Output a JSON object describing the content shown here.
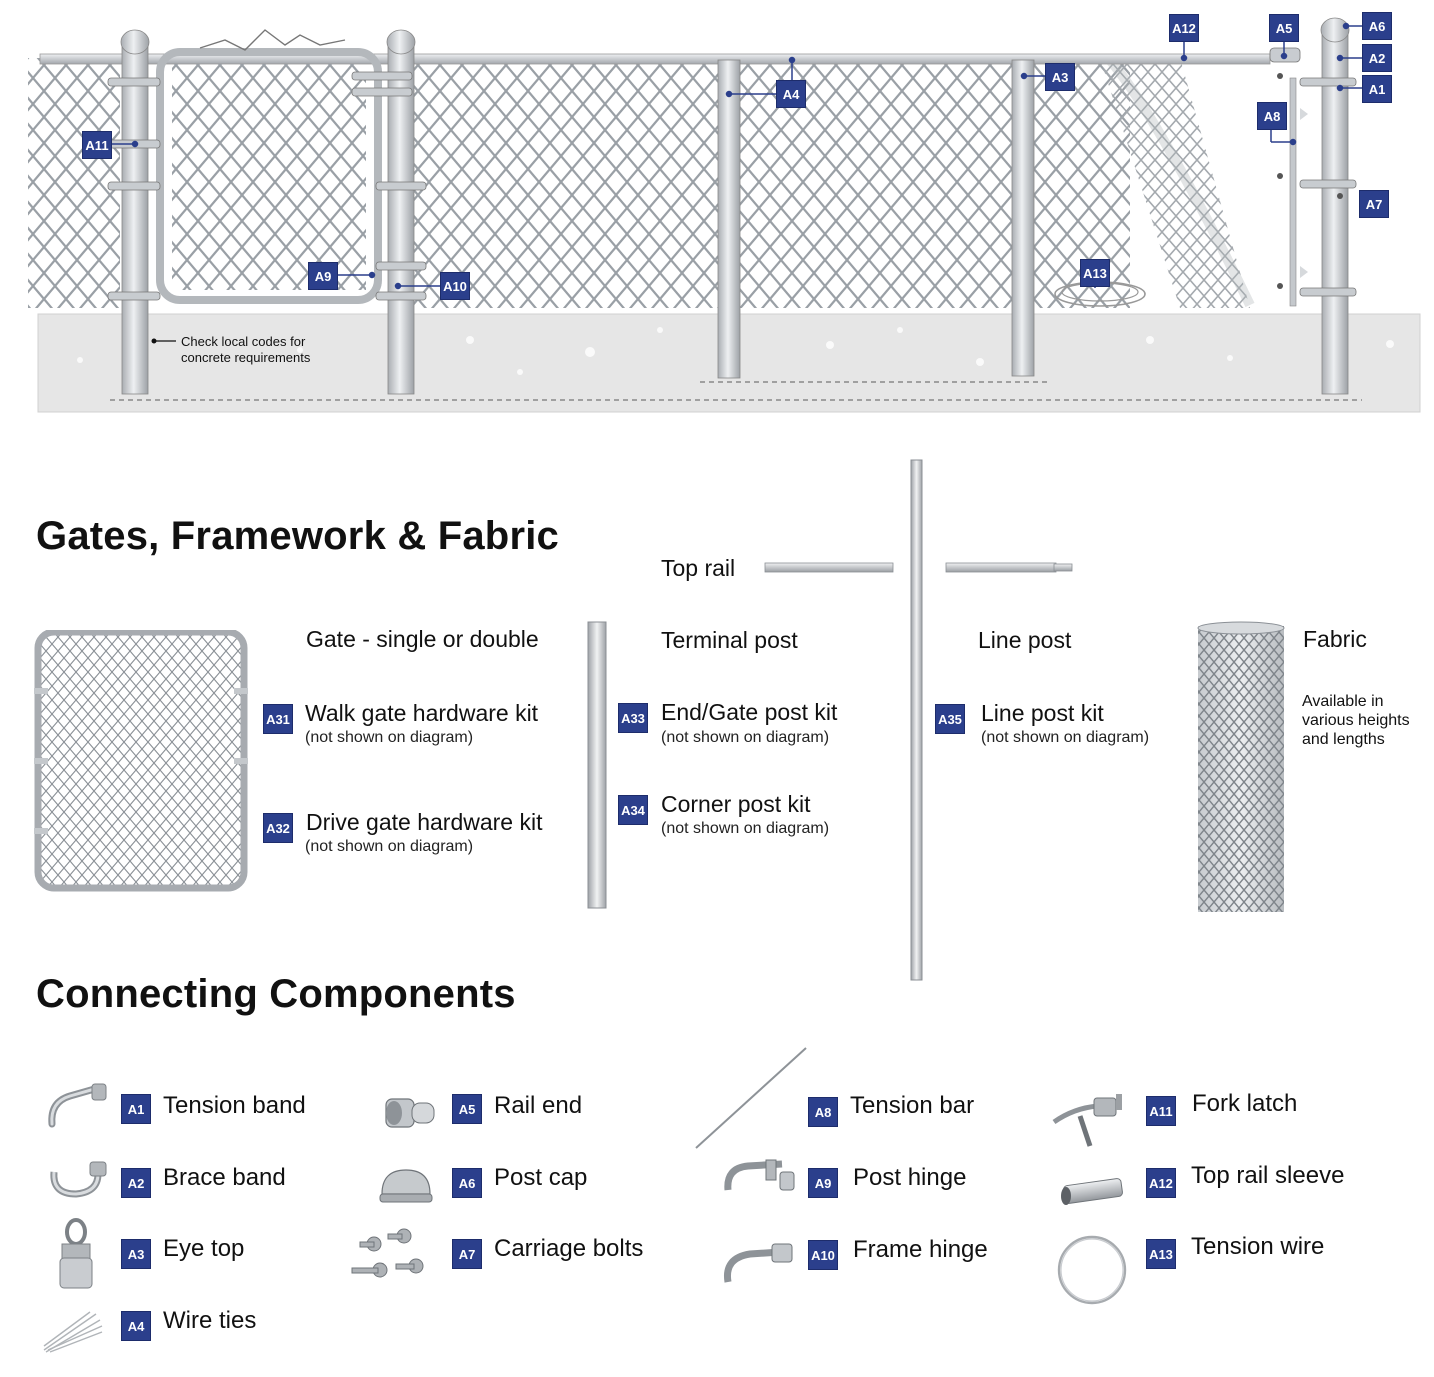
{
  "diagram": {
    "callouts": [
      "A1",
      "A2",
      "A3",
      "A4",
      "A5",
      "A6",
      "A7",
      "A8",
      "A9",
      "A10",
      "A11",
      "A12",
      "A13"
    ],
    "concrete_note_line1": "Check local codes for",
    "concrete_note_line2": "concrete requirements"
  },
  "gates_section": {
    "title": "Gates, Framework & Fabric",
    "top_rail_label": "Top rail",
    "gate_label": "Gate - single or double",
    "terminal_post_label": "Terminal post",
    "line_post_label": "Line post",
    "fabric_label": "Fabric",
    "fabric_note_line1": "Available in",
    "fabric_note_line2": "various heights",
    "fabric_note_line3": "and lengths",
    "kits": [
      {
        "code": "A31",
        "name": "Walk gate hardware kit",
        "note": "(not shown on diagram)"
      },
      {
        "code": "A32",
        "name": "Drive gate hardware kit",
        "note": "(not shown on diagram)"
      },
      {
        "code": "A33",
        "name": "End/Gate post kit",
        "note": "(not shown on diagram)"
      },
      {
        "code": "A34",
        "name": "Corner post kit",
        "note": "(not shown on diagram)"
      },
      {
        "code": "A35",
        "name": "Line post kit",
        "note": "(not shown on diagram)"
      }
    ]
  },
  "connecting_section": {
    "title": "Connecting Components",
    "items": [
      {
        "code": "A1",
        "name": "Tension band",
        "icon": "tension-band-icon"
      },
      {
        "code": "A2",
        "name": "Brace band",
        "icon": "brace-band-icon"
      },
      {
        "code": "A3",
        "name": "Eye top",
        "icon": "eye-top-icon"
      },
      {
        "code": "A4",
        "name": "Wire ties",
        "icon": "wire-ties-icon"
      },
      {
        "code": "A5",
        "name": "Rail end",
        "icon": "rail-end-icon"
      },
      {
        "code": "A6",
        "name": "Post cap",
        "icon": "post-cap-icon"
      },
      {
        "code": "A7",
        "name": "Carriage bolts",
        "icon": "carriage-bolts-icon"
      },
      {
        "code": "A8",
        "name": "Tension bar",
        "icon": "tension-bar-icon"
      },
      {
        "code": "A9",
        "name": "Post hinge",
        "icon": "post-hinge-icon"
      },
      {
        "code": "A10",
        "name": "Frame hinge",
        "icon": "frame-hinge-icon"
      },
      {
        "code": "A11",
        "name": "Fork latch",
        "icon": "fork-latch-icon"
      },
      {
        "code": "A12",
        "name": "Top rail sleeve",
        "icon": "top-rail-sleeve-icon"
      },
      {
        "code": "A13",
        "name": "Tension wire",
        "icon": "tension-wire-icon"
      }
    ]
  },
  "colors": {
    "badge": "#2b3f8c",
    "metal": "#b9bdc2",
    "concrete": "#e4e4e4"
  }
}
